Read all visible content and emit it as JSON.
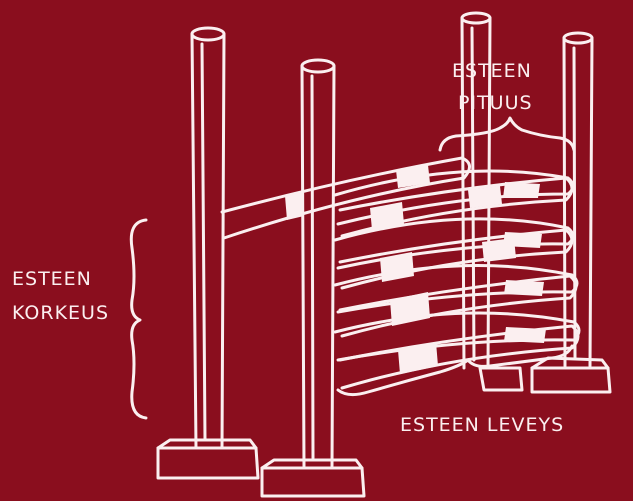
{
  "labels": {
    "height_line1": "ESTEEN",
    "height_line2": "KORKEUS",
    "length_line1": "ESTEEN",
    "length_line2": "PITUUS",
    "width": "ESTEEN LEVEYS"
  },
  "colors": {
    "background": "#8a0e1e",
    "ink": "#fbeff0"
  }
}
